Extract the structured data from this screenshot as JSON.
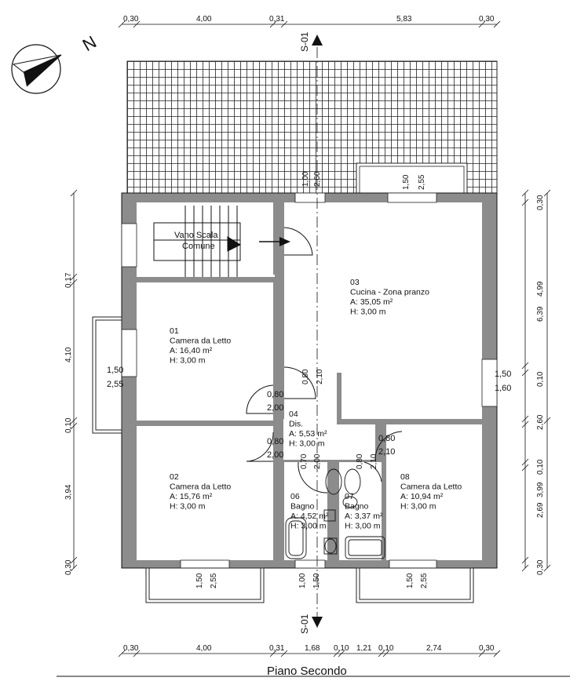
{
  "title": "Piano Secondo",
  "north_label": "N",
  "section_label": "S-01",
  "dims_top": [
    "0,30",
    "4,00",
    "0,31",
    "5,83",
    "0,30"
  ],
  "dims_bottom": [
    "0,30",
    "4,00",
    "0,31",
    "1,68",
    "0,10",
    "1,21",
    "0,10",
    "2,74",
    "0,30"
  ],
  "dims_left": [
    "0,17",
    "4,10",
    "0,10",
    "3,94",
    "0,30"
  ],
  "dims_right_inner": [
    "0,30",
    "4,99",
    "0,10",
    "2,60",
    "0,10",
    "2,69",
    "0,30"
  ],
  "dims_right_outer": [
    "6,39",
    "3,99"
  ],
  "stair": {
    "line1": "Vano Scala",
    "line2": "Comune"
  },
  "rooms": [
    {
      "num": "01",
      "name": "Camera da Letto",
      "area": "A: 16,40 m²",
      "height": "H: 3,00 m"
    },
    {
      "num": "02",
      "name": "Camera da Letto",
      "area": "A: 15,76 m²",
      "height": "H: 3,00 m"
    },
    {
      "num": "03",
      "name": "Cucina - Zona pranzo",
      "area": "A: 35,05 m²",
      "height": "H: 3,00 m"
    },
    {
      "num": "04",
      "name": "Dis.",
      "area": "A: 5,53 m²",
      "height": "H: 3,00 m"
    },
    {
      "num": "06",
      "name": "Bagno",
      "area": "A: 4,52 m²",
      "height": "H: 3,00 m"
    },
    {
      "num": "07",
      "name": "Bagno",
      "area": "A: 3,37 m²",
      "height": "H: 3,00 m"
    },
    {
      "num": "08",
      "name": "Camera da Letto",
      "area": "A: 10,94 m²",
      "height": "H: 3,00 m"
    }
  ],
  "openings": {
    "win_top_a": [
      "1,00",
      "2,60"
    ],
    "win_top_b": [
      "1,50",
      "2,55"
    ],
    "win_left": [
      "1,50",
      "2,55"
    ],
    "win_right": [
      "1,50",
      "1,60"
    ],
    "door_top_center": [
      "0,80",
      "2,10"
    ],
    "door_01": [
      "0,80",
      "2,00"
    ],
    "door_02": [
      "0,80",
      "2,00"
    ],
    "door_bath_a": [
      "0,70",
      "2,00"
    ],
    "door_bath_b": [
      "0,80",
      "2,10"
    ],
    "door_08": [
      "0,80",
      "2,10"
    ],
    "win_bot_a": [
      "1,50",
      "2,55"
    ],
    "win_bot_b": [
      "1,00",
      "1,50"
    ],
    "win_bot_c": [
      "1,50",
      "2,55"
    ]
  }
}
